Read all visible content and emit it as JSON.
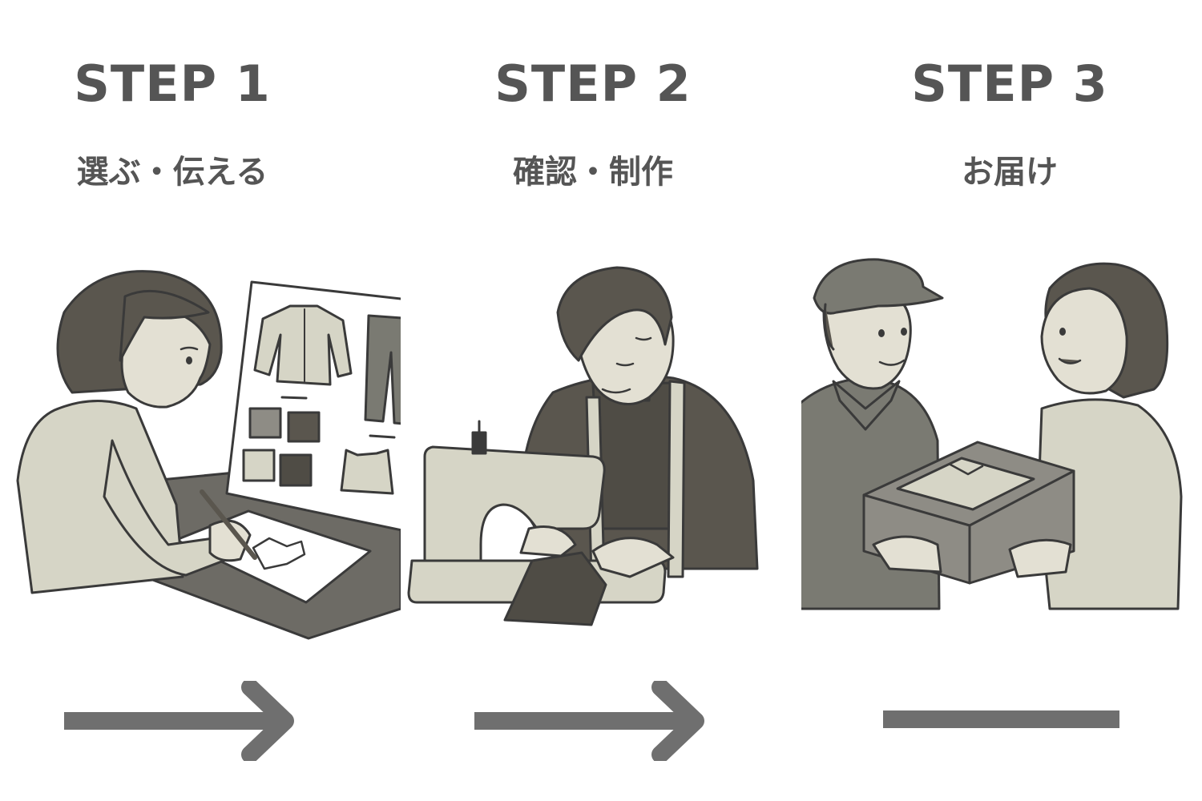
{
  "steps": [
    {
      "title": "STEP 1",
      "subtitle": "選ぶ・伝える"
    },
    {
      "title": "STEP 2",
      "subtitle": "確認・制作"
    },
    {
      "title": "STEP 3",
      "subtitle": "お届け"
    }
  ],
  "colors": {
    "text": "#555555",
    "arrow": "#6f6f6f",
    "line": "#3a3a3a",
    "skin": "#e3e0d3",
    "beige": "#d6d5c6",
    "gray": "#7a7a72",
    "dark": "#5a564e"
  }
}
